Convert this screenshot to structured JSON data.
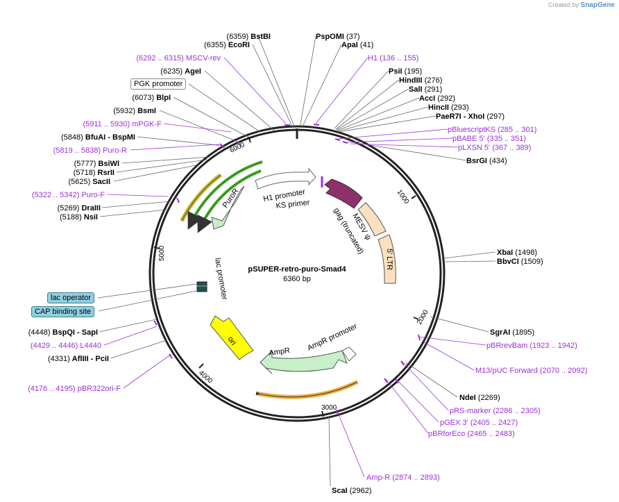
{
  "credit": {
    "prefix": "Created by",
    "brand": "SnapGene"
  },
  "plasmid": {
    "name": "pSUPER-retro-puro-Smad4",
    "size": "6360 bp"
  },
  "ticks": [
    "1000",
    "2000",
    "3000",
    "4000",
    "5000",
    "6000"
  ],
  "colors": {
    "primer": "#9b30d9",
    "resistance": "#c8f0c8",
    "promoter": "#ffffff",
    "ltr": "#fde0c0",
    "ori": "#ffff00",
    "gag": "#90306a",
    "orf": "#f0b040",
    "orf_inner": "#3a9a20"
  },
  "sites": [
    {
      "pos": "(6359)",
      "name": "BstBI"
    },
    {
      "pos": "(6355)",
      "name": "EcoRI"
    },
    {
      "pos": "(6235)",
      "name": "AgeI"
    },
    {
      "pos": "(6073)",
      "name": "BlpI"
    },
    {
      "pos": "(5932)",
      "name": "BsmI"
    },
    {
      "pos": "(5848)",
      "name": "BfuAI",
      "name2": "- BspMI"
    },
    {
      "pos": "(5777)",
      "name": "BsiWI"
    },
    {
      "pos": "(5718)",
      "name": "RsrII"
    },
    {
      "pos": "(5625)",
      "name": "SacII"
    },
    {
      "pos": "(5269)",
      "name": "DraIII"
    },
    {
      "pos": "(5188)",
      "name": "NsiI"
    },
    {
      "pos": "(4448)",
      "name": "BspQI",
      "name2": "- SapI"
    },
    {
      "pos": "(4331)",
      "name": "AflIII",
      "name2": "- PciI"
    },
    {
      "name": "PspOMI",
      "pos": "(37)"
    },
    {
      "name": "ApaI",
      "pos": "(41)"
    },
    {
      "name": "PsiI",
      "pos": "(195)"
    },
    {
      "name": "HindIII",
      "pos": "(276)"
    },
    {
      "name": "SalI",
      "pos": "(291)"
    },
    {
      "name": "AccI",
      "pos": "(292)"
    },
    {
      "name": "HincII",
      "pos": "(293)"
    },
    {
      "name": "PaeR7I",
      "name2": "- XhoI",
      "pos": "(297)"
    },
    {
      "name": "BsrGI",
      "pos": "(434)"
    },
    {
      "name": "XbaI",
      "pos": "(1498)"
    },
    {
      "name": "BbvCI",
      "pos": "(1509)"
    },
    {
      "name": "SgrAI",
      "pos": "(1895)"
    },
    {
      "name": "NdeI",
      "pos": "(2269)"
    },
    {
      "name": "ScaI",
      "pos": "(2962)"
    }
  ],
  "primers": [
    {
      "range": "(6292 .. 6315)",
      "name": "MSCV-rev"
    },
    {
      "range": "(5911 .. 5930)",
      "name": "mPGK-F"
    },
    {
      "range": "(5819 .. 5838)",
      "name": "Puro-R"
    },
    {
      "range": "(5322 .. 5342)",
      "name": "Puro-F"
    },
    {
      "range": "(4429 .. 4446)",
      "name": "L4440"
    },
    {
      "range": "(4176 .. 4195)",
      "name": "pBR322ori-F"
    },
    {
      "name": "H1",
      "range": "(136 .. 155)"
    },
    {
      "name": "pBluescriptKS",
      "range": "(285 .. 301)"
    },
    {
      "name": "pBABE 5'",
      "range": "(335 .. 351)"
    },
    {
      "name": "pLXSN 5'",
      "range": "(367 .. 389)"
    },
    {
      "name": "pBRrevBam",
      "range": "(1923 .. 1942)"
    },
    {
      "name": "M13/pUC Forward",
      "range": "(2070 .. 2092)"
    },
    {
      "name": "pRS-marker",
      "range": "(2286 .. 2305)"
    },
    {
      "name": "pGEX 3'",
      "range": "(2405 .. 2427)"
    },
    {
      "name": "pBRforEco",
      "range": "(2465 .. 2483)"
    },
    {
      "name": "Amp-R",
      "range": "(2874 .. 2893)"
    }
  ],
  "boxes": {
    "pgk": "PGK promoter",
    "lac_operator": "lac operator",
    "cap": "CAP binding site"
  },
  "features": {
    "h1_promoter": "H1 promoter",
    "ks_primer": "KS primer",
    "mesv": "MESV ψ",
    "gag": "gag (truncated)",
    "ltr": "5' LTR",
    "puror": "PuroR",
    "lac_promoter": "lac promoter",
    "ori": "ori",
    "ampr": "AmpR",
    "ampr_promoter": "AmpR promoter"
  }
}
